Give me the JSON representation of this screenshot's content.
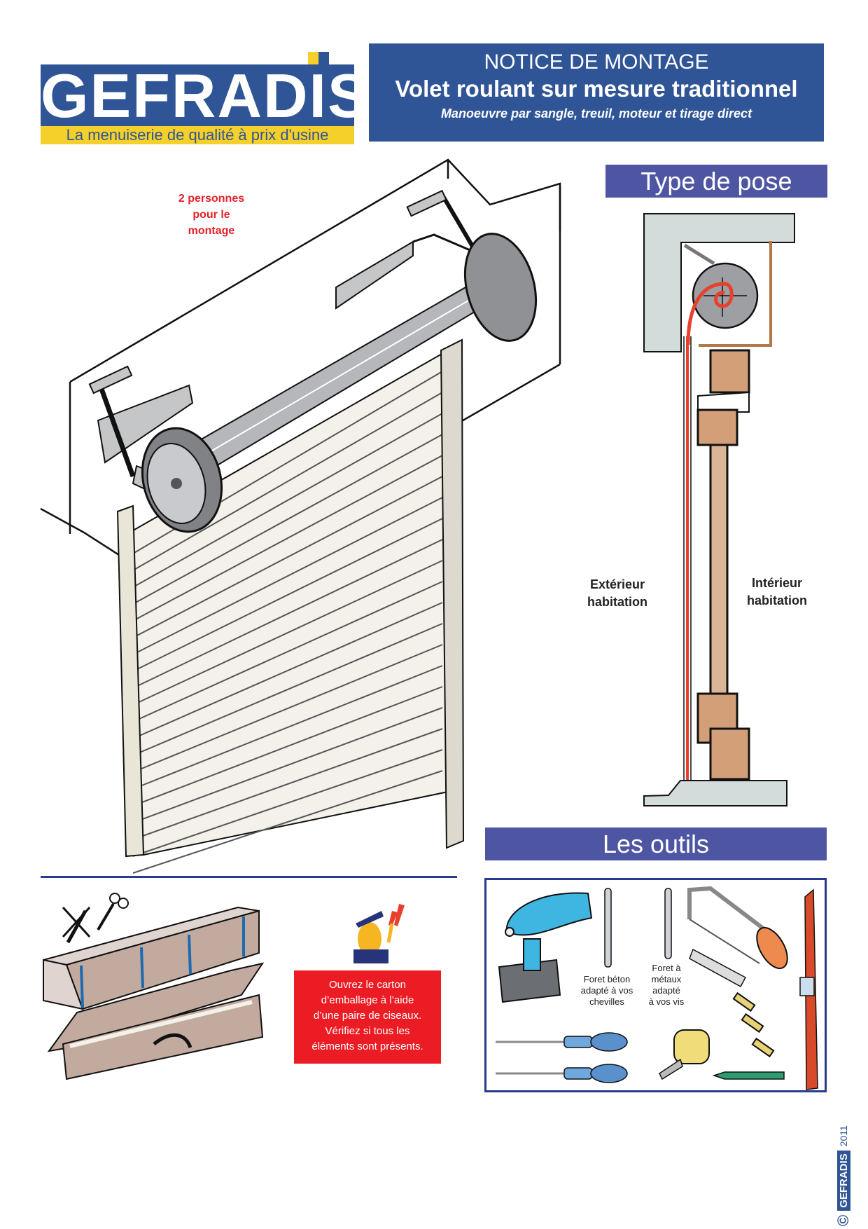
{
  "brand": {
    "name": "GEFRADIS",
    "tagline": "La menuiserie de qualité à prix d'usine",
    "colors": {
      "blue": "#2f5597",
      "yellow": "#f5d02a",
      "section": "#4e56a3",
      "red": "#ec1c24"
    }
  },
  "header": {
    "notice": "NOTICE DE MONTAGE",
    "title": "Volet roulant sur mesure traditionnel",
    "subtitle": "Manoeuvre par sangle, treuil, moteur et tirage direct"
  },
  "main_illustration": {
    "note_line1": "2 personnes",
    "note_line2": "pour le",
    "note_line3": "montage"
  },
  "type_de_pose": {
    "heading": "Type de pose",
    "exterior_line1": "Extérieur",
    "exterior_line2": "habitation",
    "interior_line1": "Intérieur",
    "interior_line2": "habitation"
  },
  "unpacking": {
    "warning_line1": "Ouvrez le carton",
    "warning_line2": "d’emballage à l’aide",
    "warning_line3": "d’une paire de ciseaux.",
    "warning_line4": "Vérifiez si tous les",
    "warning_line5": "éléments sont présents."
  },
  "tools": {
    "heading": "Les outils",
    "foret_beton_line1": "Foret béton",
    "foret_beton_line2": "adapté à vos",
    "foret_beton_line3": "chevilles",
    "foret_metaux_line1": "Foret à",
    "foret_metaux_line2": "métaux",
    "foret_metaux_line3": "adapté",
    "foret_metaux_line4": "à vos vis",
    "items": [
      "drill-icon",
      "concrete-drill-bit-icon",
      "metal-drill-bit-icon",
      "hacksaw-icon",
      "utility-knife-icon",
      "spirit-level-icon",
      "screwdriver-phillips-icon",
      "screwdriver-flat-icon",
      "tape-measure-icon",
      "wall-plugs-icon",
      "pencil-icon"
    ]
  },
  "footer": {
    "copyright_symbol": "©",
    "brand": "GEFRADIS",
    "year": "2011"
  }
}
